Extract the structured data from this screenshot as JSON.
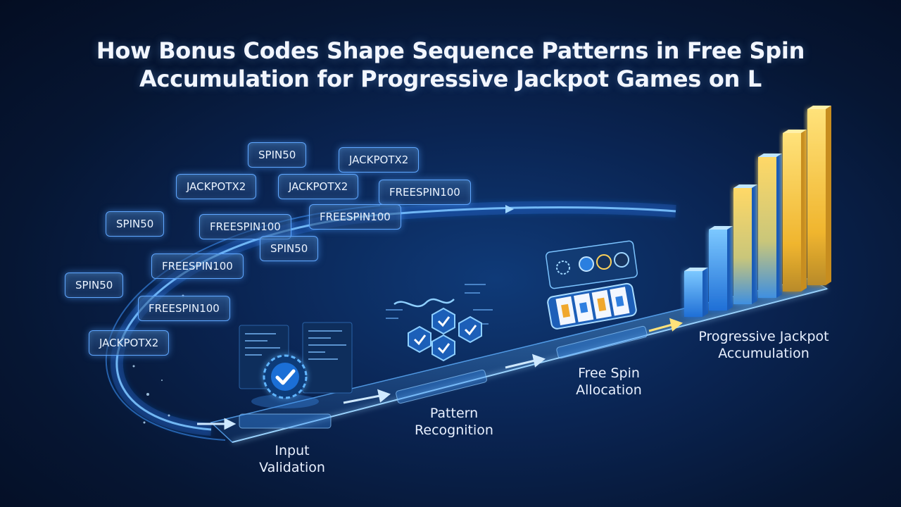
{
  "title": {
    "line1": "How Bonus Codes Shape Sequence Patterns in Free Spin",
    "line2": "Accumulation for Progressive Jackpot Games on L"
  },
  "codes": [
    "SPIN50",
    "JACKPOTX2",
    "JACKPOTX2",
    "JACKPOTX2",
    "FREESPIN100",
    "SPIN50",
    "FREESPIN100",
    "FREESPIN100",
    "SPIN50",
    "FREESPIN100",
    "SPIN50",
    "FREESPIN100",
    "JACKPOTX2"
  ],
  "stages": [
    {
      "line1": "Input",
      "line2": "Validation"
    },
    {
      "line1": "Pattern",
      "line2": "Recognition"
    },
    {
      "line1": "Free Spin",
      "line2": "Allocation"
    },
    {
      "line1": "Progressive Jackpot",
      "line2": "Accumulation"
    }
  ],
  "jackpot_levels": [
    0.26,
    0.46,
    0.66,
    0.8,
    0.9,
    1.0
  ],
  "colors": {
    "accent": "#4fb0ff",
    "bar_blue": "#3fa8ff",
    "bar_gold": "#ffc93c",
    "check_green": "#2ecc71"
  },
  "icons": [
    "check-icon",
    "shield-check-icon",
    "slot-reel-icon",
    "star-icon",
    "arrow-right-icon"
  ]
}
